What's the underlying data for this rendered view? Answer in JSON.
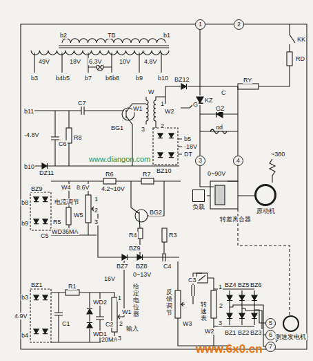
{
  "diagram": {
    "nodes": [
      {
        "text": [
          "1"
        ]
      },
      {
        "text": [
          "2"
        ]
      },
      {
        "text": [
          "3"
        ]
      },
      {
        "text": [
          "4"
        ]
      },
      {
        "text": [
          "5"
        ]
      },
      {
        "text": [
          "6"
        ]
      },
      {
        "text": [
          "7"
        ]
      },
      {
        "text": [
          "负载"
        ]
      },
      {
        "text": [
          "原动机"
        ]
      },
      {
        "text": [
          "测速发电机"
        ]
      }
    ],
    "edges": [
      {
        "from": 4,
        "to": 9,
        "arrow": "none"
      },
      {
        "from": 5,
        "to": 9,
        "arrow": "none"
      },
      {
        "from": 6,
        "to": 9,
        "arrow": "none"
      }
    ],
    "labels": [
      "b2",
      "TB",
      "b1",
      "49V",
      "18V",
      "6.3V",
      "10V",
      "4.8V",
      "b3",
      "b4b5",
      "b7",
      "b6b8",
      "b9",
      "b10",
      "KK",
      "RD",
      "RY",
      "C",
      "G",
      "KZ",
      "GZ",
      "od",
      "BZ12",
      "b11",
      "C7",
      "BG1",
      "W",
      "W1",
      "W2",
      "1",
      "2",
      "3",
      "-4.8V",
      "C6",
      "R8",
      "b10",
      "DZ11",
      "BZ10",
      "b5",
      "-18V",
      "DT",
      "0~90V",
      "~380",
      "转差离合器",
      "W4",
      "8.6V",
      "电流调节",
      "R5",
      "W5",
      "WD36MA",
      "1",
      "2",
      "3",
      "BZ9",
      "b8",
      "b9",
      "C5",
      "R6",
      "4.2~10V",
      "R7",
      "BG2",
      "R4",
      "BZ9",
      "R3",
      "BZ7",
      "BZ8",
      "C4",
      "0~13V",
      "BZ1",
      "b3",
      "b4",
      "4.9V",
      "R1",
      "16V",
      "WD2",
      "C1",
      "C2",
      "WD1",
      "20MA",
      "W1",
      "1",
      "2",
      "3",
      "输入",
      "给定电位器",
      "反馈调节",
      "W3",
      "C3",
      "转速表",
      "W2",
      "1",
      "2",
      "3",
      "BZ4",
      "BZ5",
      "BZ6",
      "BZ1",
      "BZ2",
      "BZ3",
      "www.diangon.com",
      "www.6x0.cn"
    ]
  }
}
